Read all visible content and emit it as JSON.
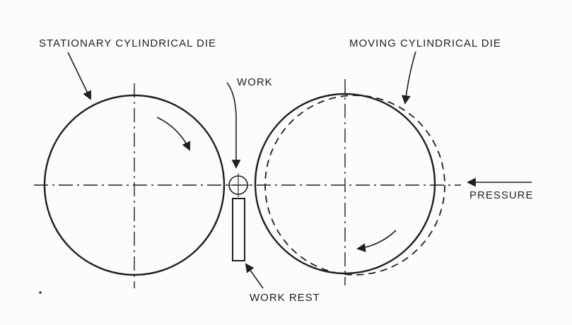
{
  "labels": {
    "stationary_die": "STATIONARY CYLINDRICAL DIE",
    "moving_die": "MOVING CYLINDRICAL DIE",
    "work": "WORK",
    "work_rest": "WORK REST",
    "pressure": "PRESSURE"
  },
  "colors": {
    "line": "#1f1f1f",
    "background": "#fcfcfa"
  }
}
